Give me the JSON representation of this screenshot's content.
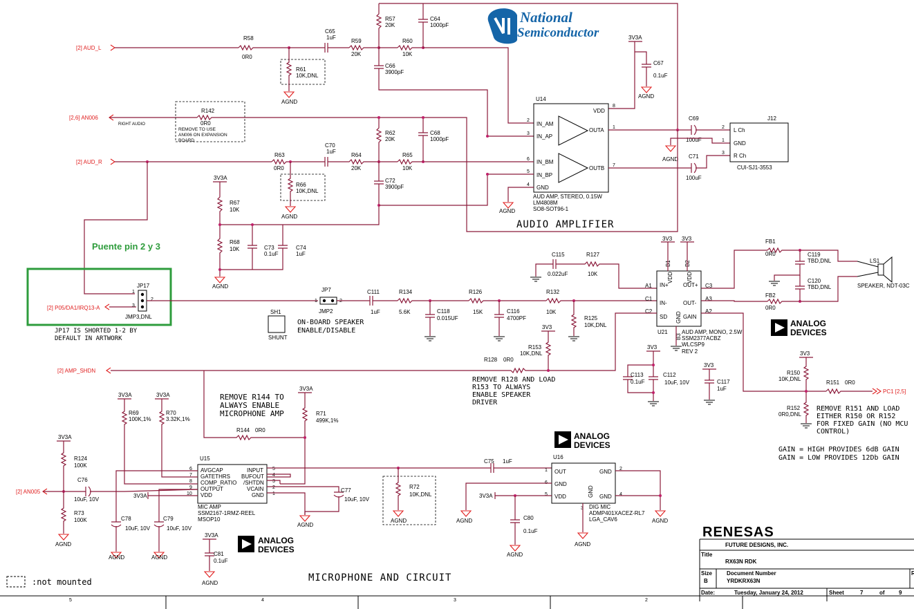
{
  "nets": {
    "aud_l": "[2] AUD_L",
    "an006": "[2,6] AN006",
    "aud_r": "[2] AUD_R",
    "p05": "[2] P05/DA1/IRQ13-A",
    "amp_shdn": "[2] AMP_SHDN",
    "an005": "[2] AN005",
    "pc1": "PC1 [2,5]"
  },
  "power": {
    "v3a": "3V3A",
    "v3": "3V3",
    "agnd": "AGND"
  },
  "components": {
    "r58": "R58",
    "r58v": "0R0",
    "c65": "C65",
    "c65v": "1uF",
    "r59": "R59",
    "r59v": "20K",
    "r57": "R57",
    "r57v": "20K",
    "c64": "C64",
    "c64v": "1000pF",
    "r60": "R60",
    "r60v": "10K",
    "c66": "C66",
    "c66v": "3900pF",
    "r61": "R61",
    "r61v": "10K,DNL",
    "c67": "C67",
    "c67v": "0.1uF",
    "r142": "R142",
    "r142v": "0R0",
    "right_audio": "RIGHT AUDIO",
    "remove_note": "REMOVE TO USE",
    "remove_note2": "AN006 ON EXPANSION",
    "remove_note3": "BOARD",
    "r62": "R62",
    "r62v": "20K",
    "c68": "C68",
    "c68v": "1000pF",
    "r63": "R63",
    "r63v": "0R0",
    "c70": "C70",
    "c70v": "1uF",
    "r64": "R64",
    "r64v": "20K",
    "r65": "R65",
    "r65v": "10K",
    "c72": "C72",
    "c72v": "3900pF",
    "r66": "R66",
    "r66v": "10K,DNL",
    "r67": "R67",
    "r67v": "10K",
    "r68": "R68",
    "r68v": "10K",
    "c73": "C73",
    "c73v": "0.1uF",
    "c74": "C74",
    "c74v": "1uF",
    "c69": "C69",
    "c69v": "100uF",
    "c71": "C71",
    "c71v": "100uF",
    "j12": "J12",
    "j12_lch": "L Ch",
    "j12_gnd": "GND",
    "j12_rch": "R Ch",
    "j12_part": "CUI-SJ1-3553",
    "u14": "U14",
    "u14_pins": [
      "IN_AM",
      "IN_AP",
      "IN_BM",
      "IN_BP",
      "GND",
      "VDD",
      "OUTA",
      "OUTB"
    ],
    "u14_desc1": "AUD AMP, STEREO, 0.15W",
    "u14_desc2": "LM4808M",
    "u14_desc3": "SO8-SOT96-1",
    "jp17": "JP17",
    "jp17v": "JMP3,DNL",
    "jp17_note1": "JP17 IS  SHORTED 1-2 BY",
    "jp17_note2": "DEFAULT IN ARTWORK",
    "jp7": "JP7",
    "jp7v": "JMP2",
    "sh1": "SH1",
    "sh1v": "SHUNT",
    "onboard1": "ON-BOARD SPEAKER",
    "onboard2": "ENABLE/DISABLE",
    "c111": "C111",
    "c111v": "1uF",
    "r134": "R134",
    "r134v": "5.6K",
    "c118": "C118",
    "c118v": "0.015UF",
    "r126": "R126",
    "r126v": "15K",
    "c116": "C116",
    "c116v": "4700PF",
    "r132": "R132",
    "r132v": "10K",
    "r125": "R125",
    "r125v": "10K,DNL",
    "c115": "C115",
    "c115v": "0.022uF",
    "r127": "R127",
    "r127v": "10K",
    "r153": "R153",
    "r153v": "10K,DNL",
    "r128": "R128",
    "r128v": "0R0",
    "remove128_1": "REMOVE R128 AND LOAD",
    "remove128_2": "R153 TO ALWAYS",
    "remove128_3": "ENABLE SPEAKER",
    "remove128_4": "DRIVER",
    "u21": "U21",
    "u21_pins": [
      "IN+",
      "IN-",
      "SD",
      "VDD",
      "VDD",
      "OUT+",
      "OUT-",
      "GAIN",
      "GND",
      "A1",
      "C1",
      "C2",
      "B1",
      "B2",
      "C3",
      "A3",
      "A2",
      "B3"
    ],
    "u21_desc1": "AUD AMP, MONO, 2.5W",
    "u21_desc2": "SSM2377ACBZ",
    "u21_desc3": "WLCSP9",
    "u21_desc4": "REV 2",
    "fb1": "FB1",
    "fb1v": "0R0",
    "fb2": "FB2",
    "fb2v": "0R0",
    "c119": "C119",
    "c119v": "TBD,DNL",
    "c120": "C120",
    "c120v": "TBD,DNL",
    "ls1": "LS1",
    "ls1v": "SPEAKER, NDT-03C",
    "c113": "C113",
    "c113v": "0.1uF",
    "c112": "C112",
    "c112v": "10uF, 10V",
    "c117": "C117",
    "c117v": "1uF",
    "r150": "R150",
    "r150v": "10K,DNL",
    "r151": "R151",
    "r151v": "0R0",
    "r152": "R152",
    "r152v": "0R0,DNL",
    "remove151_1": "REMOVE R151 AND LOAD",
    "remove151_2": "EITHER R150 OR R152",
    "remove151_3": "FOR FIXED GAIN (NO MCU",
    "remove151_4": "CONTROL)",
    "gain1": "GAIN = HIGH PROVIDES 6dB GAIN",
    "gain2": "GAIN = LOW PROVIDES 12Db GAIN",
    "remove144_1": "REMOVE R144 TO",
    "remove144_2": "ALWAYS ENABLE",
    "remove144_3": "MICROPHONE AMP",
    "r71": "R71",
    "r71v": "499K,1%",
    "r144": "R144",
    "r144v": "0R0",
    "r69": "R69",
    "r69v": "100K,1%",
    "r70": "R70",
    "r70v": "3.32K,1%",
    "u15": "U15",
    "u15_pins": [
      "AVGCAP",
      "GATETHRS",
      "COMP_RATIO",
      "OUTPUT",
      "VDD",
      "INPUT",
      "BUFOUT",
      "/SHTDN",
      "VCAIN",
      "GND"
    ],
    "u15_desc1": "MIC AMP",
    "u15_desc2": "SSM2167-1RMZ-REEL",
    "u15_desc3": "MSOP10",
    "r124": "R124",
    "r124v": "100K",
    "c76": "C76",
    "c76v": "10uF, 10V",
    "r73": "R73",
    "r73v": "100K",
    "c78": "C78",
    "c78v": "10uF, 10V",
    "c79": "C79",
    "c79v": "10uF, 10V",
    "c77": "C77",
    "c77v": "10uF, 10V",
    "c81": "C81",
    "c81v": "0.1uF",
    "c75": "C75",
    "c75v": "1uF",
    "r72": "R72",
    "r72v": "10K,DNL",
    "u16": "U16",
    "u16_pins": [
      "OUT",
      "GND",
      "VDD",
      "GND",
      "GND",
      "GND"
    ],
    "u16_desc1": "DIG MIC",
    "u16_desc2": "ADMP401XACEZ-RL7",
    "u16_desc3": "LGA_CAV6",
    "c80": "C80",
    "c80v": "0.1uF"
  },
  "titles": {
    "audio_amp": "AUDIO AMPLIFIER",
    "mic": "MICROPHONE AND CIRCUIT",
    "not_mounted": ":not mounted",
    "bridge_note": "Puente pin 2 y 3"
  },
  "logos": {
    "ns_line1": "National",
    "ns_line2": "Semiconductor",
    "ad_line1": "ANALOG",
    "ad_line2": "DEVICES",
    "renesas": "RENESAS"
  },
  "title_block": {
    "company": "FUTURE DESIGNS, INC.",
    "title_label": "Title",
    "title": "RX63N RDK",
    "size_label": "Size",
    "size": "B",
    "doc_label": "Document Number",
    "doc": "YRDKRX63N",
    "rev_label": "R",
    "date_label": "Date:",
    "date": "Tuesday, January 24, 2012",
    "sheet_label": "Sheet",
    "sheet": "7",
    "of_label": "of",
    "of": "9"
  },
  "border": {
    "zones": [
      "5",
      "4",
      "3",
      "2"
    ]
  },
  "colors": {
    "wire": "#8b1a3a",
    "net_label": "#e02020",
    "highlight": "#2e9c3c",
    "ns_blue": "#1565a8"
  }
}
